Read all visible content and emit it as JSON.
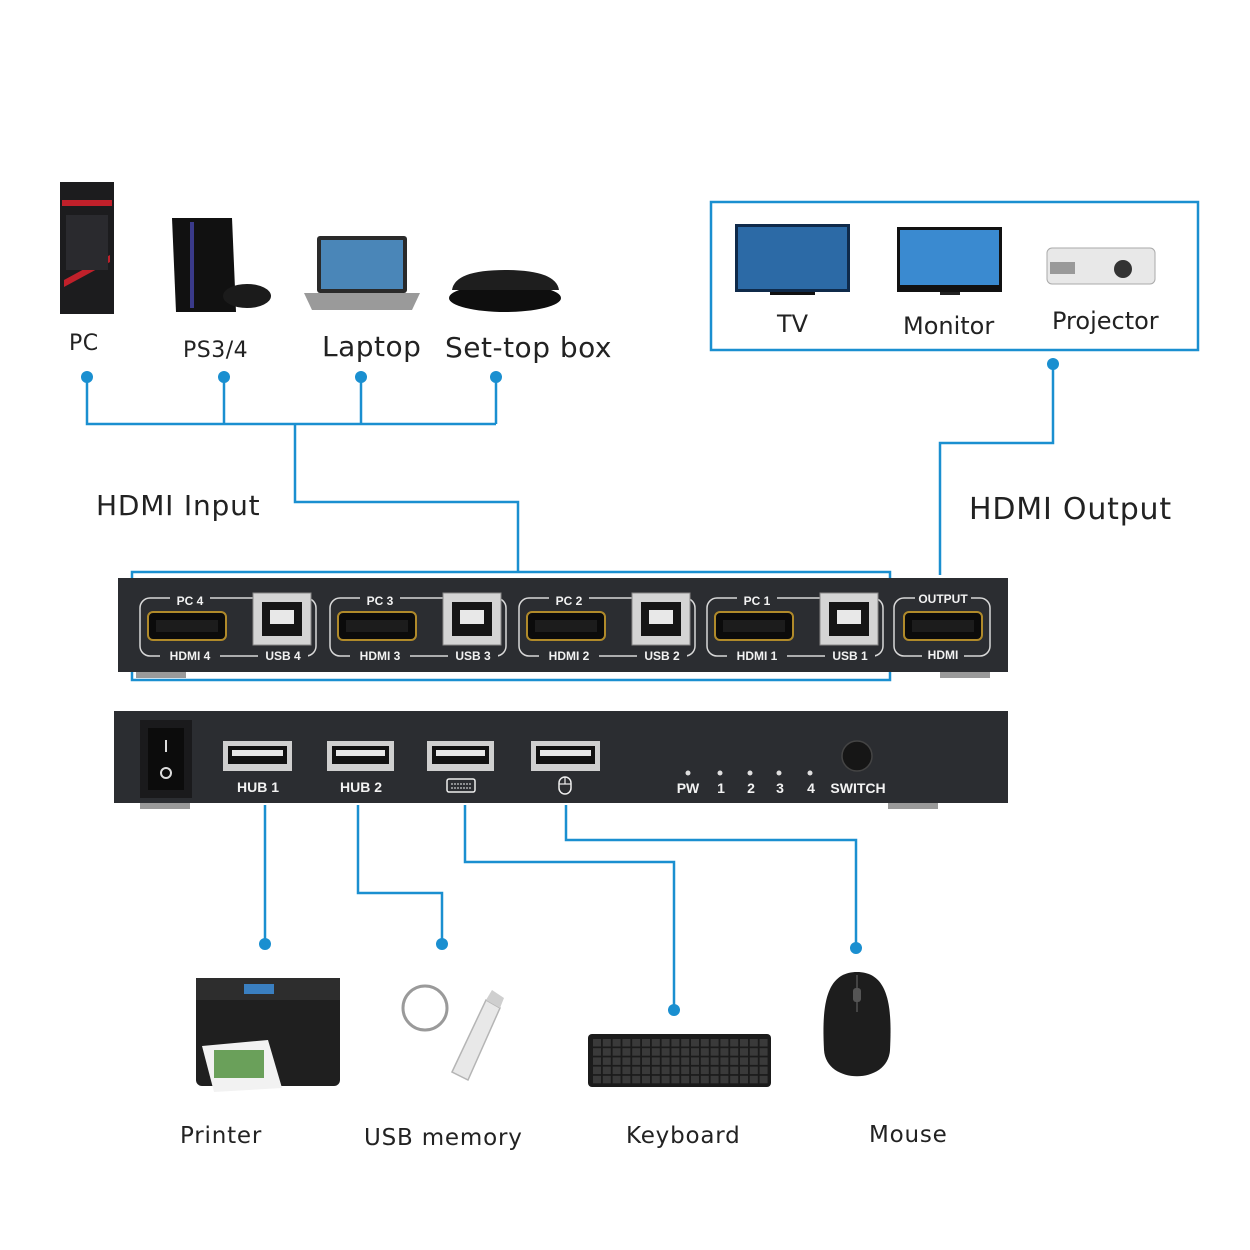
{
  "inputs": [
    {
      "label": "PC",
      "icon": "pc-tower-icon"
    },
    {
      "label": "PS3/4",
      "icon": "game-console-icon"
    },
    {
      "label": "Laptop",
      "icon": "laptop-icon"
    },
    {
      "label": "Set-top box",
      "icon": "set-top-box-icon"
    }
  ],
  "outputs": [
    {
      "label": "TV",
      "icon": "tv-icon"
    },
    {
      "label": "Monitor",
      "icon": "monitor-icon"
    },
    {
      "label": "Projector",
      "icon": "projector-icon"
    }
  ],
  "hdmi_input_label": "HDMI Input",
  "hdmi_output_label": "HDMI Output",
  "back_panel": {
    "groups": [
      {
        "pc": "PC 4",
        "hdmi": "HDMI 4",
        "usb": "USB 4"
      },
      {
        "pc": "PC 3",
        "hdmi": "HDMI 3",
        "usb": "USB 3"
      },
      {
        "pc": "PC 2",
        "hdmi": "HDMI 2",
        "usb": "USB 2"
      },
      {
        "pc": "PC 1",
        "hdmi": "HDMI 1",
        "usb": "USB 1"
      }
    ],
    "output_top": "OUTPUT",
    "output_bottom": "HDMI"
  },
  "front_panel": {
    "hub1": "HUB  1",
    "hub2": "HUB  2",
    "keyboard_icon": "keyboard-port-icon",
    "mouse_icon": "mouse-port-icon",
    "leds": [
      "PW",
      "1",
      "2",
      "3",
      "4"
    ],
    "switch": "SWITCH"
  },
  "peripherals": [
    {
      "label": "Printer",
      "icon": "printer-icon"
    },
    {
      "label": "USB memory",
      "icon": "usb-stick-icon"
    },
    {
      "label": "Keyboard",
      "icon": "keyboard-icon"
    },
    {
      "label": "Mouse",
      "icon": "mouse-icon"
    }
  ],
  "colors": {
    "line": "#1a8fd0",
    "device": "#2b2d31",
    "label_text": "#f2f2f2"
  }
}
